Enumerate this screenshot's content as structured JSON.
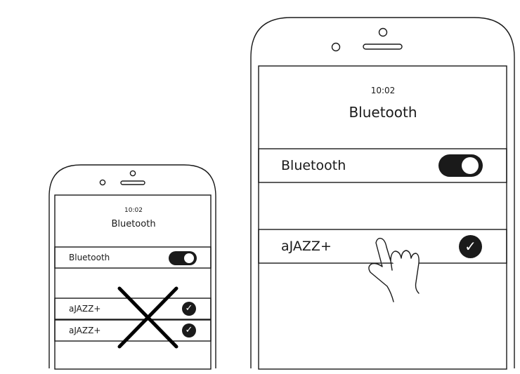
{
  "left_phone": {
    "time": "10:02",
    "title": "Bluetooth",
    "bluetooth_row": {
      "label": "Bluetooth",
      "toggle_on": true
    },
    "devices": [
      {
        "name": "aJAZZ+",
        "checked": true
      },
      {
        "name": "aJAZZ+",
        "checked": true
      }
    ],
    "crossed_out": true
  },
  "right_phone": {
    "time": "10:02",
    "title": "Bluetooth",
    "bluetooth_row": {
      "label": "Bluetooth",
      "toggle_on": true
    },
    "devices": [
      {
        "name": "aJAZZ+",
        "checked": true
      }
    ]
  },
  "check_glyph": "✓",
  "colors": {
    "ink": "#1a1a1a",
    "background": "#ffffff"
  },
  "icons": [
    "front-camera-icon",
    "speaker-icon",
    "tap-hand-icon",
    "cross-mark-icon",
    "checkmark-icon"
  ]
}
